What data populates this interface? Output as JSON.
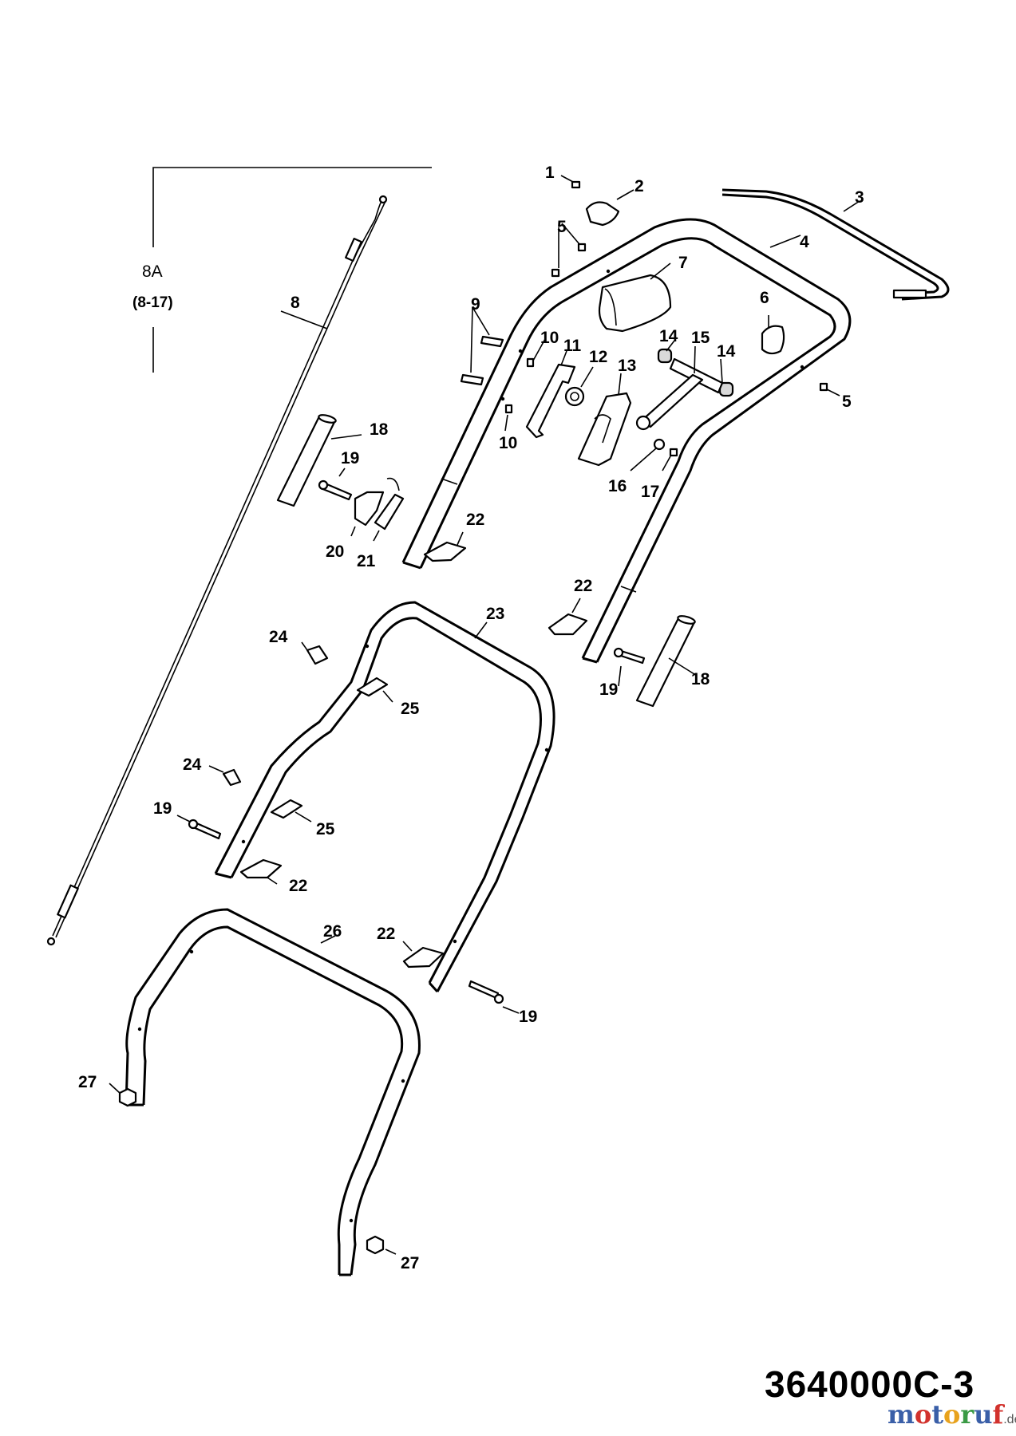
{
  "group": {
    "label": "8A",
    "range": "(8-17)"
  },
  "labels": [
    {
      "id": "l1",
      "text": "1"
    },
    {
      "id": "l2",
      "text": "2"
    },
    {
      "id": "l3",
      "text": "3"
    },
    {
      "id": "l4",
      "text": "4"
    },
    {
      "id": "l5a",
      "text": "5"
    },
    {
      "id": "l5b",
      "text": "5"
    },
    {
      "id": "l6",
      "text": "6"
    },
    {
      "id": "l7",
      "text": "7"
    },
    {
      "id": "l8",
      "text": "8"
    },
    {
      "id": "l9",
      "text": "9"
    },
    {
      "id": "l10a",
      "text": "10"
    },
    {
      "id": "l10b",
      "text": "10"
    },
    {
      "id": "l11",
      "text": "11"
    },
    {
      "id": "l12",
      "text": "12"
    },
    {
      "id": "l13",
      "text": "13"
    },
    {
      "id": "l14a",
      "text": "14"
    },
    {
      "id": "l14b",
      "text": "14"
    },
    {
      "id": "l15",
      "text": "15"
    },
    {
      "id": "l16",
      "text": "16"
    },
    {
      "id": "l17",
      "text": "17"
    },
    {
      "id": "l18a",
      "text": "18"
    },
    {
      "id": "l18b",
      "text": "18"
    },
    {
      "id": "l19a",
      "text": "19"
    },
    {
      "id": "l19b",
      "text": "19"
    },
    {
      "id": "l19c",
      "text": "19"
    },
    {
      "id": "l19d",
      "text": "19"
    },
    {
      "id": "l20",
      "text": "20"
    },
    {
      "id": "l21",
      "text": "21"
    },
    {
      "id": "l22a",
      "text": "22"
    },
    {
      "id": "l22b",
      "text": "22"
    },
    {
      "id": "l22c",
      "text": "22"
    },
    {
      "id": "l22d",
      "text": "22"
    },
    {
      "id": "l23",
      "text": "23"
    },
    {
      "id": "l24a",
      "text": "24"
    },
    {
      "id": "l24b",
      "text": "24"
    },
    {
      "id": "l25a",
      "text": "25"
    },
    {
      "id": "l25b",
      "text": "25"
    },
    {
      "id": "l26",
      "text": "26"
    },
    {
      "id": "l27a",
      "text": "27"
    },
    {
      "id": "l27b",
      "text": "27"
    }
  ],
  "document_code": "3640000C-3",
  "watermark": {
    "letters": [
      "m",
      "o",
      "t",
      "o",
      "r",
      "u",
      "f"
    ],
    "tld": ".de",
    "colors": [
      "#3a5fa8",
      "#d2322d",
      "#3a5fa8",
      "#e8a21d",
      "#3a9a45",
      "#3a5fa8",
      "#d2322d"
    ]
  }
}
